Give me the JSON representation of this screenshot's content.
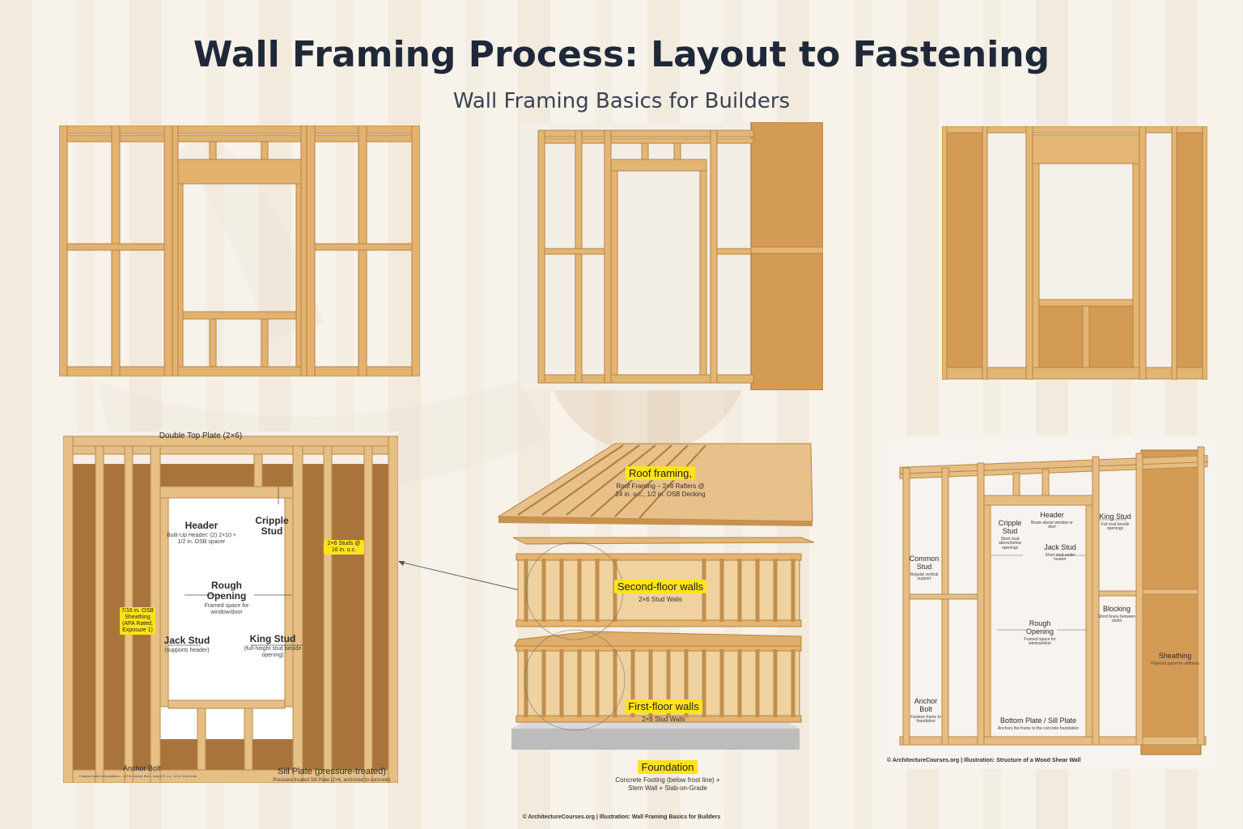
{
  "title": "Wall Framing Process: Layout to Fastening",
  "subtitle": "Wall Framing Basics for Builders",
  "panel4": {
    "top_plate": "Double Top Plate (2×6)",
    "header": "Header",
    "header_sub": "Built-Up Header: (2) 2×10 + 1/2 in. OSB spacer",
    "cripple": "Cripple Stud",
    "studs_tag": "2×6 Studs @ 16 in. o.c.",
    "rough": "Rough Opening",
    "rough_sub": "Framed space for window/door",
    "osb_tag": "7/16 in. OSB Sheathing (APA Rated, Exposure 1)",
    "jack": "Jack Stud",
    "jack_sub": "(supports header)",
    "king": "King Stud",
    "king_sub": "(full-height stud beside opening)",
    "anchor": "Anchor Bolt",
    "anchor_sub": "Fastens frame to foundation – 1/2 in. Anchor Bolt – max 6 ft. o.c., 12 in. from ends",
    "sill": "Sill Plate (pressure-treated)",
    "sill_sub": "Pressure-treated Sill Plate (2×6, anchored to concrete)"
  },
  "panel_house": {
    "roof": "Roof framing,",
    "roof_sub": "Roof Framing – 2×8 Rafters @ 24 in. o.c., 1/2 in. OSB Decking",
    "second": "Second-floor walls",
    "second_sub": "2×6 Stud Walls",
    "first": "First-floor walls",
    "first_sub": "2×6 Stud Walls",
    "foundation": "Foundation",
    "foundation_sub": "Concrete Footing (below frost line) + Stem Wall + Slab-on-Grade"
  },
  "panel5": {
    "cripple": "Cripple Stud",
    "cripple_sub": "Short stud above/below openings",
    "header": "Header",
    "header_sub": "Beam above window or door",
    "king": "King Stud",
    "king_sub": "Full stud beside openings",
    "common": "Common Stud",
    "common_sub": "Regular vertical support",
    "jack": "Jack Stud",
    "jack_sub": "Short stud under header",
    "blocking": "Blocking",
    "blocking_sub": "Short brace between studs",
    "rough": "Rough Opening",
    "rough_sub": "Framed space for window/door",
    "sheathing": "Sheathing",
    "sheathing_sub": "Plywood panel for stiffness",
    "anchor": "Anchor Bolt",
    "anchor_sub": "Fastens frame to foundation",
    "bottom": "Bottom Plate / Sill Plate",
    "bottom_sub": "Anchors the frame to the concrete foundation",
    "credit": "© ArchitectureCourses.org | Illustration: Structure of a Wood Shear Wall"
  },
  "footer_credit": "© ArchitectureCourses.org | Illustration: Wall Framing Basics for Builders",
  "colors": {
    "wood": "#e5b774",
    "wood_dark": "#c8914c",
    "osb": "#a9743c",
    "plywood": "#d49b55",
    "highlight": "#ffe31a",
    "title": "#1f2838"
  }
}
